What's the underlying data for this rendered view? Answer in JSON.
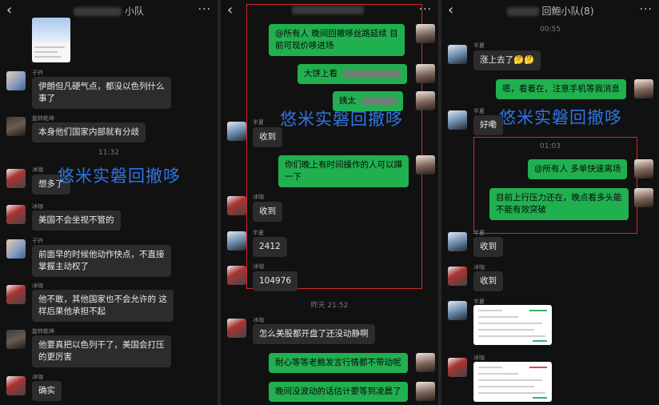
{
  "header": {
    "back": "‹",
    "more": "···"
  },
  "panel1": {
    "title": "小队",
    "msgs": [
      {
        "name": "子衿",
        "text": "伊朗但凡硬气点，都没以色列什么"
      },
      {
        "text2": "事了"
      },
      {
        "name": "旋转乾坤",
        "text": "本身他们国家内部就有分歧"
      },
      {
        "name": "冰咖",
        "text": "想多了"
      },
      {
        "name": "冰咖",
        "text": "美国不会坐视不管的"
      },
      {
        "name": "子衿",
        "text": "前面早的时候他动作快点，不直接",
        "text2": "掌握主动权了"
      },
      {
        "name": "冰咖",
        "text": "他不敢，其他国家也不会允许的 这",
        "text2": "样后果他承担不起"
      },
      {
        "name": "旋转乾坤",
        "text": "他要真把以色列干了，美国会打压",
        "text2": "的更厉害"
      },
      {
        "name": "冰咖",
        "text": "确实"
      }
    ],
    "time": "11:32",
    "watermark": "悠米实磐回撤哆"
  },
  "panel2": {
    "title": "",
    "msgs": [
      {
        "text": "@所有人  晚间回撤哆丝路延续  目",
        "text2": "前可现价哆进场"
      },
      {
        "text": "大饼上看"
      },
      {
        "text": "姨太"
      },
      {
        "name": "半夏",
        "text": "收到"
      },
      {
        "text": "你们晚上有时间操作的人可以蹲",
        "text2": "一下"
      },
      {
        "name": "冰咖",
        "text": "收到"
      },
      {
        "name": "半夏",
        "text": "2412"
      },
      {
        "name": "冰咖",
        "text": "104976"
      },
      {
        "name": "冰咖",
        "text": "怎么美股都开盘了还没动静啊"
      },
      {
        "text": "耐心等等老鲍发言行情都不带动呢"
      },
      {
        "text": "晚间没波动的话估计要等到凌晨了"
      }
    ],
    "time": "昨天 21:52",
    "watermark": "悠米实磐回撤哆"
  },
  "panel3": {
    "title": "回鲍小队(8)",
    "time1": "00:55",
    "time2": "01:03",
    "msgs": [
      {
        "name": "半夏",
        "text": "涨上去了🤔🤔"
      },
      {
        "text": "嗯，看着在，注意手机等我消息"
      },
      {
        "name": "半夏",
        "text": "好嘞"
      },
      {
        "text": "@所有人  多单快速离场"
      },
      {
        "text": "目前上行压力还在，晚点看多头能",
        "text2": "不能有效突破"
      },
      {
        "name": "半夏",
        "text": "收到"
      },
      {
        "name": "冰咖",
        "text": "收到"
      },
      {
        "name": "半夏"
      },
      {
        "name": "冰咖"
      }
    ],
    "watermark": "悠米实磐回撤哆"
  },
  "colors": {
    "accent_green": "#21b050",
    "watermark_blue": "#2f74e6",
    "highlight_red": "#d22a2a"
  }
}
